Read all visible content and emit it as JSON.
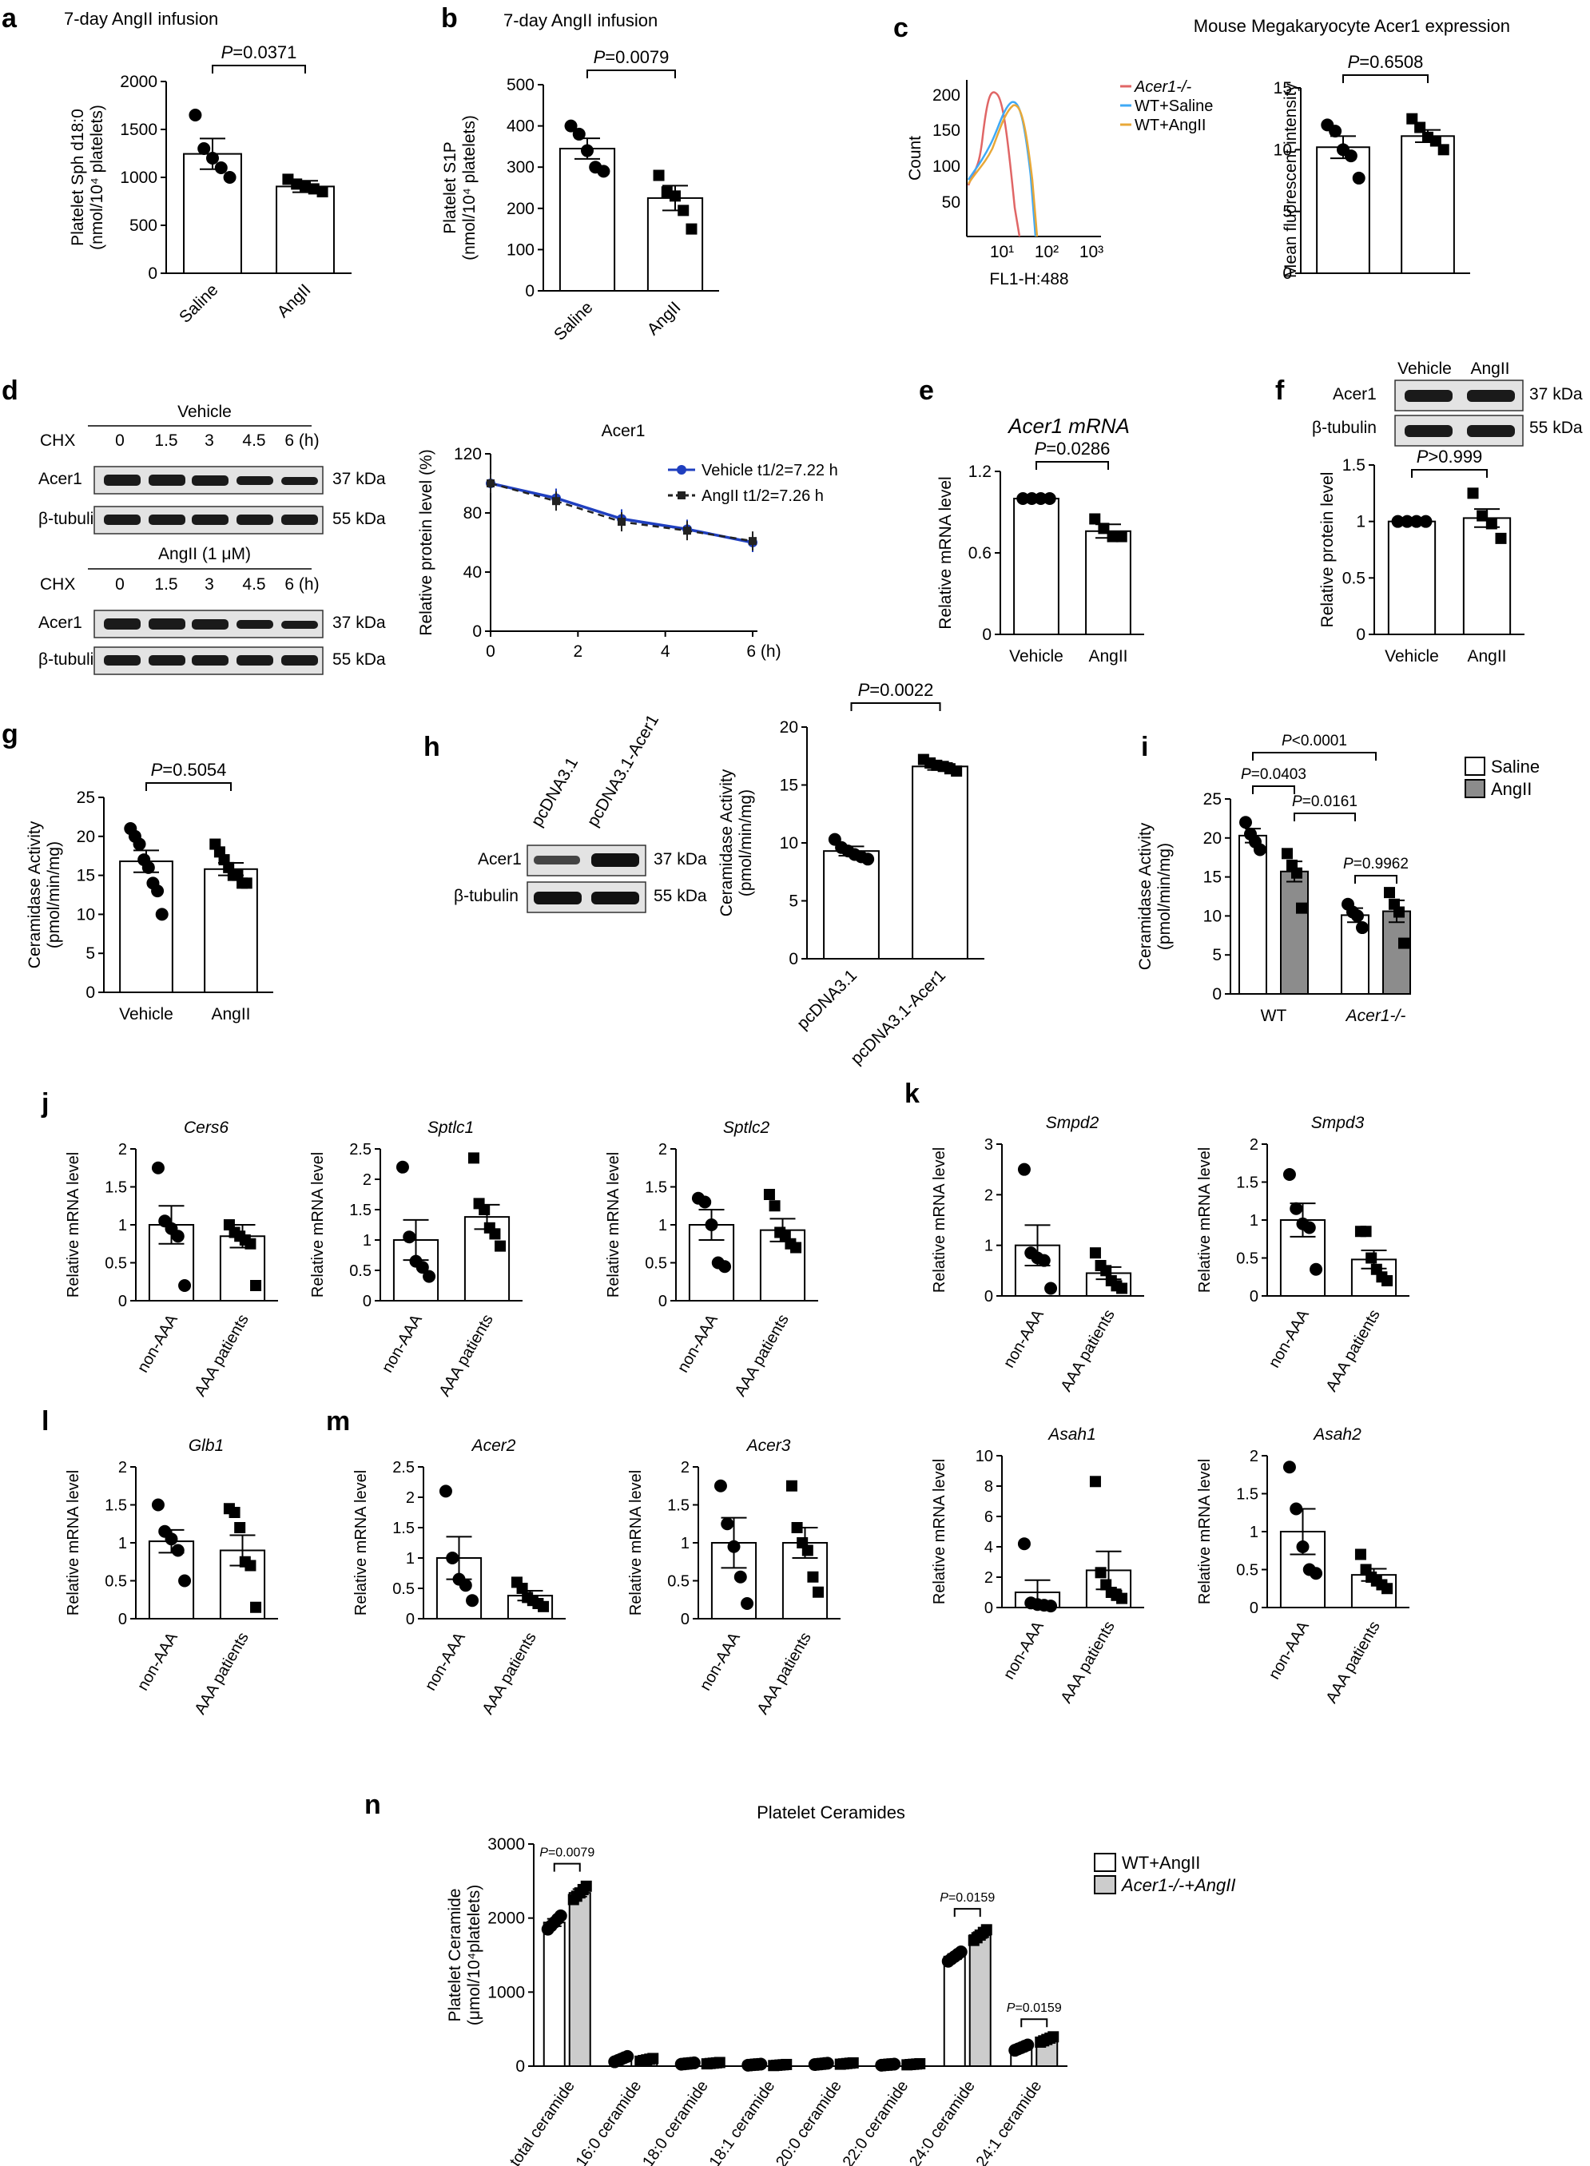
{
  "panel_letters": {
    "a": "a",
    "b": "b",
    "c": "c",
    "d": "d",
    "e": "e",
    "f": "f",
    "g": "g",
    "h": "h",
    "i": "i",
    "j": "j",
    "k": "k",
    "l": "l",
    "m": "m",
    "n": "n"
  },
  "colors": {
    "acer_ko": "#e06666",
    "wt_saline": "#3fa9f5",
    "wt_angii": "#e8a838",
    "vehicle_line": "#1f3fbf",
    "gray_bar": "#a6a6a6",
    "light_gray_bar": "#cccccc"
  },
  "panel_c": {
    "left_legend": [
      "Acer1-/-",
      "WT+Saline",
      "WT+AngII"
    ],
    "left_ylabel": "Count",
    "left_xlabel": "FL1-H:488",
    "left_yticks": [
      "200",
      "150",
      "100",
      "50"
    ],
    "left_xticks": [
      "10¹",
      "10²",
      "10³"
    ]
  },
  "panel_d": {
    "vehicle_header": "Vehicle",
    "angii_header": "AngII (1 μM)",
    "chx_label": "CHX",
    "timepoints": [
      "0",
      "1.5",
      "3",
      "4.5",
      "6 (h)"
    ],
    "rows": [
      "Acer1",
      "β-tubulin"
    ],
    "sizes": [
      "37 kDa",
      "55 kDa"
    ]
  },
  "panel_f_blot": {
    "lanes": [
      "Vehicle",
      "AngII"
    ],
    "rows": [
      "Acer1",
      "β-tubulin"
    ],
    "sizes": [
      "37 kDa",
      "55 kDa"
    ]
  },
  "panel_h_blot": {
    "lanes": [
      "pcDNA3.1",
      "pcDNA3.1-Acer1"
    ],
    "rows": [
      "Acer1",
      "β-tubulin"
    ],
    "sizes": [
      "37 kDa",
      "55 kDa"
    ]
  },
  "chart_data": [
    {
      "id": "a",
      "type": "bar",
      "title": "7-day AngII infusion",
      "ylabel": [
        "Platelet  Sph d18:0",
        "(nmol/10⁴ platelets)"
      ],
      "categories": [
        "Saline",
        "AngII"
      ],
      "values": [
        1245,
        905
      ],
      "errors": [
        160,
        60
      ],
      "ylim": [
        0,
        2000
      ],
      "yticks": [
        0,
        500,
        1000,
        1500,
        2000
      ],
      "points": [
        [
          1650,
          1300,
          1200,
          1100,
          1000
        ],
        [
          980,
          930,
          910,
          880,
          850
        ]
      ],
      "p_values": [
        "P=0.0371"
      ]
    },
    {
      "id": "b",
      "type": "bar",
      "title": "7-day AngII infusion",
      "ylabel": [
        "Platelet  S1P",
        "(nmol/10⁴ platelets)"
      ],
      "categories": [
        "Saline",
        "AngII"
      ],
      "values": [
        345,
        225
      ],
      "errors": [
        25,
        30
      ],
      "ylim": [
        0,
        500
      ],
      "yticks": [
        0,
        100,
        200,
        300,
        400,
        500
      ],
      "points": [
        [
          400,
          380,
          340,
          300,
          290
        ],
        [
          280,
          240,
          230,
          195,
          150
        ]
      ],
      "p_values": [
        "P=0.0079"
      ]
    },
    {
      "id": "c",
      "type": "bar",
      "title": "Mouse Megakaryocyte Acer1 expression",
      "ylabel": [
        "Mean fluorescent intensity"
      ],
      "categories": [
        "",
        ""
      ],
      "values": [
        10.2,
        11.1
      ],
      "errors": [
        0.9,
        0.5
      ],
      "ylim": [
        0,
        15
      ],
      "yticks": [
        0,
        5,
        10,
        15
      ],
      "points": [
        [
          12.0,
          11.5,
          10.0,
          9.5,
          7.7
        ],
        [
          12.5,
          11.8,
          11.0,
          10.7,
          10.0
        ]
      ],
      "p_values": [
        "P=0.6508"
      ]
    },
    {
      "id": "d",
      "type": "line",
      "title": "Acer1",
      "ylabel": [
        "Relative protein level (%)"
      ],
      "xlabel": "",
      "x": [
        0,
        1.5,
        3,
        4.5,
        6
      ],
      "xticks": [
        "0",
        "2",
        "4",
        "6 (h)"
      ],
      "ylim": [
        0,
        120
      ],
      "yticks": [
        0,
        40,
        80,
        120
      ],
      "series": [
        {
          "name": "Vehicle t1/2=7.22 h",
          "values": [
            100,
            90,
            76,
            69,
            60
          ]
        },
        {
          "name": "AngII t1/2=7.26 h",
          "values": [
            100,
            88,
            74,
            68,
            61
          ]
        }
      ]
    },
    {
      "id": "e",
      "type": "bar",
      "title": "Acer1 mRNA",
      "ylabel": [
        "Relative mRNA level"
      ],
      "categories": [
        "Vehicle",
        "AngII"
      ],
      "values": [
        1.0,
        0.76
      ],
      "errors": [
        0,
        0.05
      ],
      "ylim": [
        0,
        1.2
      ],
      "yticks": [
        0,
        0.6,
        1.2
      ],
      "points": [
        [
          1.0,
          1.0,
          1.0,
          1.0
        ],
        [
          0.85,
          0.78,
          0.72,
          0.72
        ]
      ],
      "p_values": [
        "P=0.0286"
      ]
    },
    {
      "id": "f",
      "type": "bar",
      "title": "",
      "ylabel": [
        "Relative protein level"
      ],
      "categories": [
        "Vehicle",
        "AngII"
      ],
      "values": [
        1.0,
        1.03
      ],
      "errors": [
        0,
        0.08
      ],
      "ylim": [
        0,
        1.5
      ],
      "yticks": [
        0,
        0.5,
        1.0,
        1.5
      ],
      "points": [
        [
          1.0,
          1.0,
          1.0,
          1.0
        ],
        [
          1.25,
          1.05,
          0.98,
          0.85
        ]
      ],
      "p_values": [
        "P>0.999"
      ]
    },
    {
      "id": "g",
      "type": "bar",
      "title": "",
      "ylabel": [
        "Ceramidase Activity",
        "(pmol/min/mg)"
      ],
      "categories": [
        "Vehicle",
        "AngII"
      ],
      "values": [
        16.8,
        15.8
      ],
      "errors": [
        1.4,
        0.8
      ],
      "ylim": [
        0,
        25
      ],
      "yticks": [
        0,
        5,
        10,
        15,
        20,
        25
      ],
      "points": [
        [
          21,
          20,
          19,
          17,
          16,
          14,
          13,
          10
        ],
        [
          19,
          18,
          17,
          16,
          15,
          15,
          14,
          14
        ]
      ],
      "p_values": [
        "P=0.5054"
      ]
    },
    {
      "id": "h",
      "type": "bar",
      "title": "",
      "ylabel": [
        "Ceramidase Activity",
        "(pmol/min/mg)"
      ],
      "categories": [
        "pcDNA3.1",
        "pcDNA3.1-Acer1"
      ],
      "values": [
        9.3,
        16.6
      ],
      "errors": [
        0.4,
        0.3
      ],
      "ylim": [
        0,
        20
      ],
      "yticks": [
        0,
        5,
        10,
        15,
        20
      ],
      "points": [
        [
          10.3,
          9.6,
          9.3,
          9.0,
          8.8,
          8.6
        ],
        [
          17.2,
          16.9,
          16.7,
          16.6,
          16.4,
          16.2
        ]
      ],
      "p_values": [
        "P=0.0022"
      ]
    },
    {
      "id": "i",
      "type": "bar",
      "title": "",
      "ylabel": [
        "Ceramidase Activity",
        "(pmol/min/mg)"
      ],
      "categories": [
        "WT",
        "Acer1-/-"
      ],
      "legend": [
        "Saline",
        "AngII"
      ],
      "ylim": [
        0,
        25
      ],
      "yticks": [
        0,
        5,
        10,
        15,
        20,
        25
      ],
      "series": [
        {
          "name": "Saline",
          "values": [
            20.3,
            10.1
          ],
          "errors": [
            0.9,
            0.9
          ],
          "points": [
            [
              22,
              20.5,
              19.5,
              18.5
            ],
            [
              11.5,
              10.5,
              10,
              8.5
            ]
          ]
        },
        {
          "name": "AngII",
          "values": [
            15.7,
            10.6
          ],
          "errors": [
            1.3,
            1.4
          ],
          "points": [
            [
              18,
              16.5,
              15.5,
              11
            ],
            [
              13,
              11.5,
              10.5,
              6.5
            ]
          ]
        }
      ],
      "p_values": [
        "P<0.0001",
        "P=0.0403",
        "P=0.0161",
        "P=0.9962"
      ]
    },
    {
      "id": "j1",
      "type": "bar",
      "title": "Cers6",
      "ylabel": [
        "Relative mRNA level"
      ],
      "categories": [
        "non-AAA",
        "AAA patients"
      ],
      "values": [
        1.0,
        0.85
      ],
      "errors": [
        0.25,
        0.15
      ],
      "ylim": [
        0,
        2.0
      ],
      "yticks": [
        0,
        0.5,
        1.0,
        1.5,
        2.0
      ],
      "points": [
        [
          1.75,
          1.05,
          0.95,
          0.85,
          0.2
        ],
        [
          1.0,
          0.9,
          0.85,
          0.8,
          0.75,
          0.2
        ]
      ]
    },
    {
      "id": "j2",
      "type": "bar",
      "title": "Sptlc1",
      "ylabel": [
        "Relative mRNA level"
      ],
      "categories": [
        "non-AAA",
        "AAA patients"
      ],
      "values": [
        1.0,
        1.38
      ],
      "errors": [
        0.33,
        0.2
      ],
      "ylim": [
        0,
        2.5
      ],
      "yticks": [
        0,
        0.5,
        1.0,
        1.5,
        2.0,
        2.5
      ],
      "points": [
        [
          2.2,
          1.05,
          0.65,
          0.55,
          0.4
        ],
        [
          2.35,
          1.6,
          1.5,
          1.2,
          1.1,
          0.9
        ]
      ]
    },
    {
      "id": "j3",
      "type": "bar",
      "title": "Sptlc2",
      "ylabel": [
        "Relative mRNA level"
      ],
      "categories": [
        "non-AAA",
        "AAA patients"
      ],
      "values": [
        1.0,
        0.93
      ],
      "errors": [
        0.2,
        0.15
      ],
      "ylim": [
        0,
        2.0
      ],
      "yticks": [
        0,
        0.5,
        1.0,
        1.5,
        2.0
      ],
      "points": [
        [
          1.35,
          1.3,
          1.0,
          0.5,
          0.45
        ],
        [
          1.4,
          1.25,
          0.9,
          0.85,
          0.75,
          0.7
        ]
      ]
    },
    {
      "id": "k1",
      "type": "bar",
      "title": "Smpd2",
      "ylabel": [
        "Relative mRNA level"
      ],
      "categories": [
        "non-AAA",
        "AAA patients"
      ],
      "values": [
        1.0,
        0.45
      ],
      "errors": [
        0.4,
        0.12
      ],
      "ylim": [
        0,
        3
      ],
      "yticks": [
        0,
        1,
        2,
        3
      ],
      "points": [
        [
          2.5,
          0.85,
          0.75,
          0.7,
          0.15
        ],
        [
          0.85,
          0.6,
          0.5,
          0.3,
          0.2,
          0.15
        ]
      ]
    },
    {
      "id": "k2",
      "type": "bar",
      "title": "Smpd3",
      "ylabel": [
        "Relative mRNA level"
      ],
      "categories": [
        "non-AAA",
        "AAA patients"
      ],
      "values": [
        1.0,
        0.48
      ],
      "errors": [
        0.22,
        0.12
      ],
      "ylim": [
        0,
        2.0
      ],
      "yticks": [
        0,
        0.5,
        1.0,
        1.5,
        2.0
      ],
      "points": [
        [
          1.6,
          1.15,
          0.95,
          0.9,
          0.35
        ],
        [
          0.85,
          0.85,
          0.5,
          0.35,
          0.25,
          0.2
        ]
      ]
    },
    {
      "id": "l",
      "type": "bar",
      "title": "Glb1",
      "ylabel": [
        "Relative mRNA level"
      ],
      "categories": [
        "non-AAA",
        "AAA patients"
      ],
      "values": [
        1.02,
        0.9
      ],
      "errors": [
        0.15,
        0.2
      ],
      "ylim": [
        0,
        2.0
      ],
      "yticks": [
        0,
        0.5,
        1.0,
        1.5,
        2.0
      ],
      "points": [
        [
          1.5,
          1.15,
          1.05,
          0.9,
          0.5
        ],
        [
          1.45,
          1.4,
          1.2,
          0.75,
          0.7,
          0.15
        ]
      ]
    },
    {
      "id": "m1",
      "type": "bar",
      "title": "Acer2",
      "ylabel": [
        "Relative mRNA level"
      ],
      "categories": [
        "non-AAA",
        "AAA patients"
      ],
      "values": [
        1.0,
        0.38
      ],
      "errors": [
        0.35,
        0.08
      ],
      "ylim": [
        0,
        2.5
      ],
      "yticks": [
        0,
        0.5,
        1.0,
        1.5,
        2.0,
        2.5
      ],
      "points": [
        [
          2.1,
          1.0,
          0.65,
          0.55,
          0.3
        ],
        [
          0.6,
          0.5,
          0.35,
          0.3,
          0.25,
          0.2
        ]
      ]
    },
    {
      "id": "m2",
      "type": "bar",
      "title": "Acer3",
      "ylabel": [
        "Relative mRNA level"
      ],
      "categories": [
        "non-AAA",
        "AAA patients"
      ],
      "values": [
        1.0,
        1.0
      ],
      "errors": [
        0.33,
        0.2
      ],
      "ylim": [
        0,
        2.0
      ],
      "yticks": [
        0,
        0.5,
        1.0,
        1.5,
        2.0
      ],
      "points": [
        [
          1.75,
          1.25,
          0.95,
          0.55,
          0.2
        ],
        [
          1.75,
          1.2,
          1.0,
          0.9,
          0.55,
          0.35
        ]
      ]
    },
    {
      "id": "m3",
      "type": "bar",
      "title": "Asah1",
      "ylabel": [
        "Relative mRNA level"
      ],
      "categories": [
        "non-AAA",
        "AAA patients"
      ],
      "values": [
        1.0,
        2.45
      ],
      "errors": [
        0.8,
        1.25
      ],
      "ylim": [
        0,
        10
      ],
      "yticks": [
        0,
        2,
        4,
        6,
        8,
        10
      ],
      "points": [
        [
          4.2,
          0.3,
          0.2,
          0.15,
          0.1
        ],
        [
          8.3,
          2.3,
          1.5,
          1.0,
          0.8,
          0.6
        ]
      ]
    },
    {
      "id": "m4",
      "type": "bar",
      "title": "Asah2",
      "ylabel": [
        "Relative mRNA level"
      ],
      "categories": [
        "non-AAA",
        "AAA patients"
      ],
      "values": [
        1.0,
        0.43
      ],
      "errors": [
        0.3,
        0.08
      ],
      "ylim": [
        0,
        2.0
      ],
      "yticks": [
        0,
        0.5,
        1.0,
        1.5,
        2.0
      ],
      "points": [
        [
          1.85,
          1.3,
          0.8,
          0.5,
          0.45
        ],
        [
          0.7,
          0.5,
          0.4,
          0.35,
          0.3,
          0.25
        ]
      ]
    },
    {
      "id": "n",
      "type": "bar",
      "title": "Platelet Ceramides",
      "ylabel": [
        "Platelet Ceramide",
        "(μmol/10⁴platelets)"
      ],
      "categories": [
        "total ceramide",
        "16:0 ceramide",
        "18:0 ceramide",
        "18:1 ceramide",
        "20:0 ceramide",
        "22:0 ceramide",
        "24:0 ceramide",
        "24:1 ceramide"
      ],
      "legend": [
        "WT+AngII",
        "Acer1-/-+AngII"
      ],
      "ylim": [
        0,
        3000
      ],
      "yticks": [
        0,
        1000,
        2000,
        3000
      ],
      "series": [
        {
          "name": "WT+AngII",
          "values": [
            1940,
            95,
            35,
            20,
            30,
            20,
            1480,
            250
          ],
          "errors": [
            50,
            20,
            5,
            4,
            5,
            4,
            35,
            20
          ]
        },
        {
          "name": "Acer1-/-+AngII",
          "values": [
            2340,
            85,
            40,
            15,
            35,
            25,
            1770,
            360
          ],
          "errors": [
            50,
            10,
            5,
            4,
            5,
            4,
            40,
            20
          ]
        }
      ],
      "p_values": [
        "P=0.0079",
        "",
        "",
        "",
        "",
        "",
        "P=0.0159",
        "P=0.0159"
      ]
    }
  ]
}
